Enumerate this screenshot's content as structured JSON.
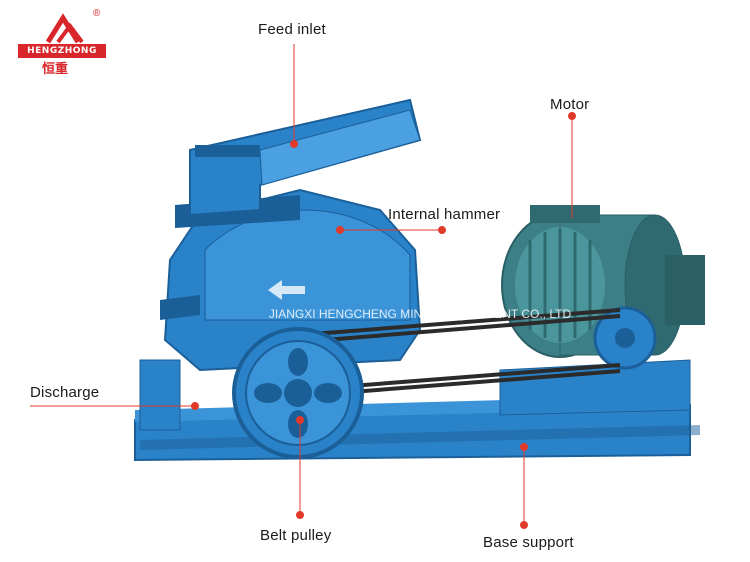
{
  "logo": {
    "brand": "HENGZHONG",
    "brand_cn": "恒重",
    "registered": "®"
  },
  "watermark": "JIANGXI HENGCHENG MINING EQUIPMENT CO., LTD",
  "labels": {
    "feed_inlet": "Feed inlet",
    "motor": "Motor",
    "internal_hammer": "Internal hammer",
    "discharge": "Discharge",
    "belt_pulley": "Belt pulley",
    "base_support": "Base support"
  },
  "colors": {
    "machine_blue": "#2a82c9",
    "machine_dark": "#1b5f99",
    "motor_teal": "#3d7f86",
    "callout_red": "#e23a2a",
    "logo_red": "#d8262a"
  }
}
